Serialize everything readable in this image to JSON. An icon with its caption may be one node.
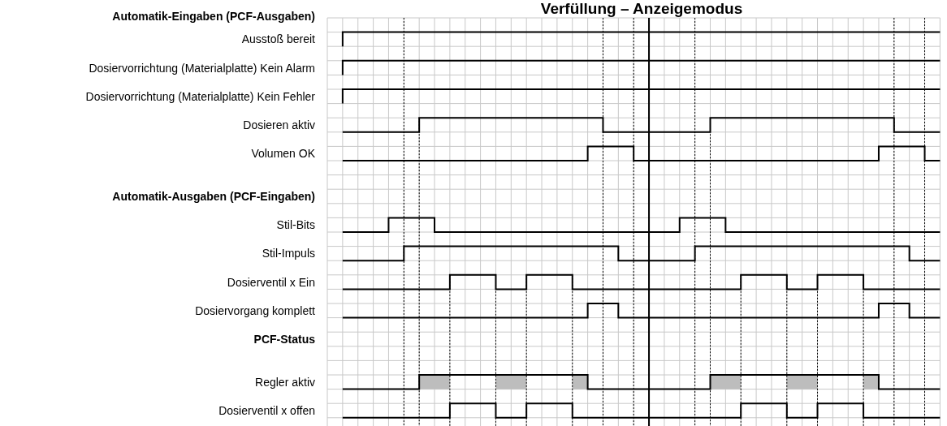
{
  "diagram": {
    "title": "Verfüllung – Anzeigemodus",
    "labels": [
      "Automatik-Eingaben (PCF-Ausgaben)",
      "Ausstoß bereit",
      "Dosiervorrichtung (Materialplatte) Kein Alarm",
      "Dosiervorrichtung (Materialplatte) Kein Fehler",
      "Dosieren aktiv",
      "Volumen OK",
      "Automatik-Ausgaben (PCF-Eingaben)",
      "Stil-Bits",
      "Stil-Impuls",
      "Dosierventil x Ein",
      "Dosiervorgang komplett",
      "PCF-Status",
      "Regler aktiv",
      "Dosierventil x offen"
    ]
  }
}
